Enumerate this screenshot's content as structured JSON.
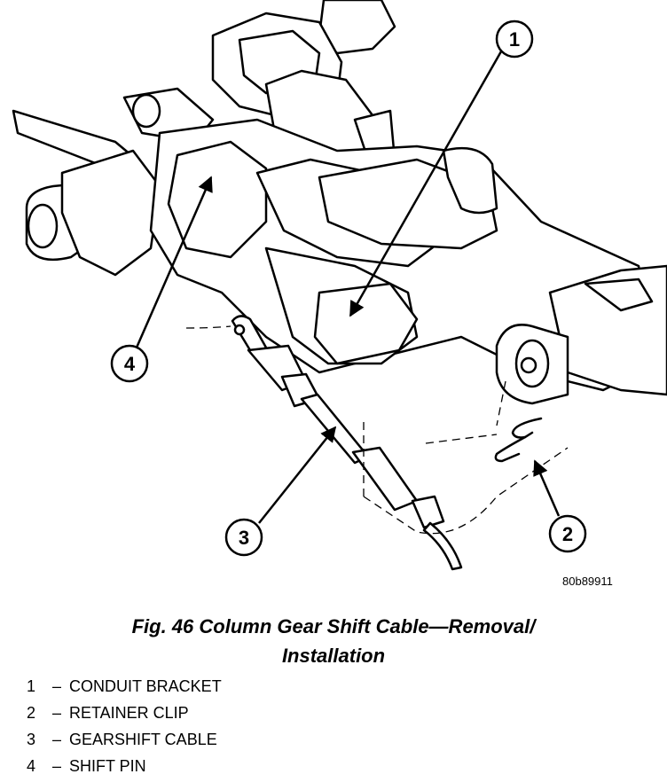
{
  "figure": {
    "image_id": "80b89911",
    "callouts": [
      "1",
      "2",
      "3",
      "4"
    ]
  },
  "caption": {
    "line1": "Fig. 46 Column Gear Shift Cable—Removal/",
    "line2": "Installation"
  },
  "legend": [
    {
      "number": "1",
      "separator": "–",
      "label": "CONDUIT BRACKET"
    },
    {
      "number": "2",
      "separator": "–",
      "label": "RETAINER CLIP"
    },
    {
      "number": "3",
      "separator": "–",
      "label": "GEARSHIFT CABLE"
    },
    {
      "number": "4",
      "separator": "–",
      "label": "SHIFT PIN"
    }
  ]
}
